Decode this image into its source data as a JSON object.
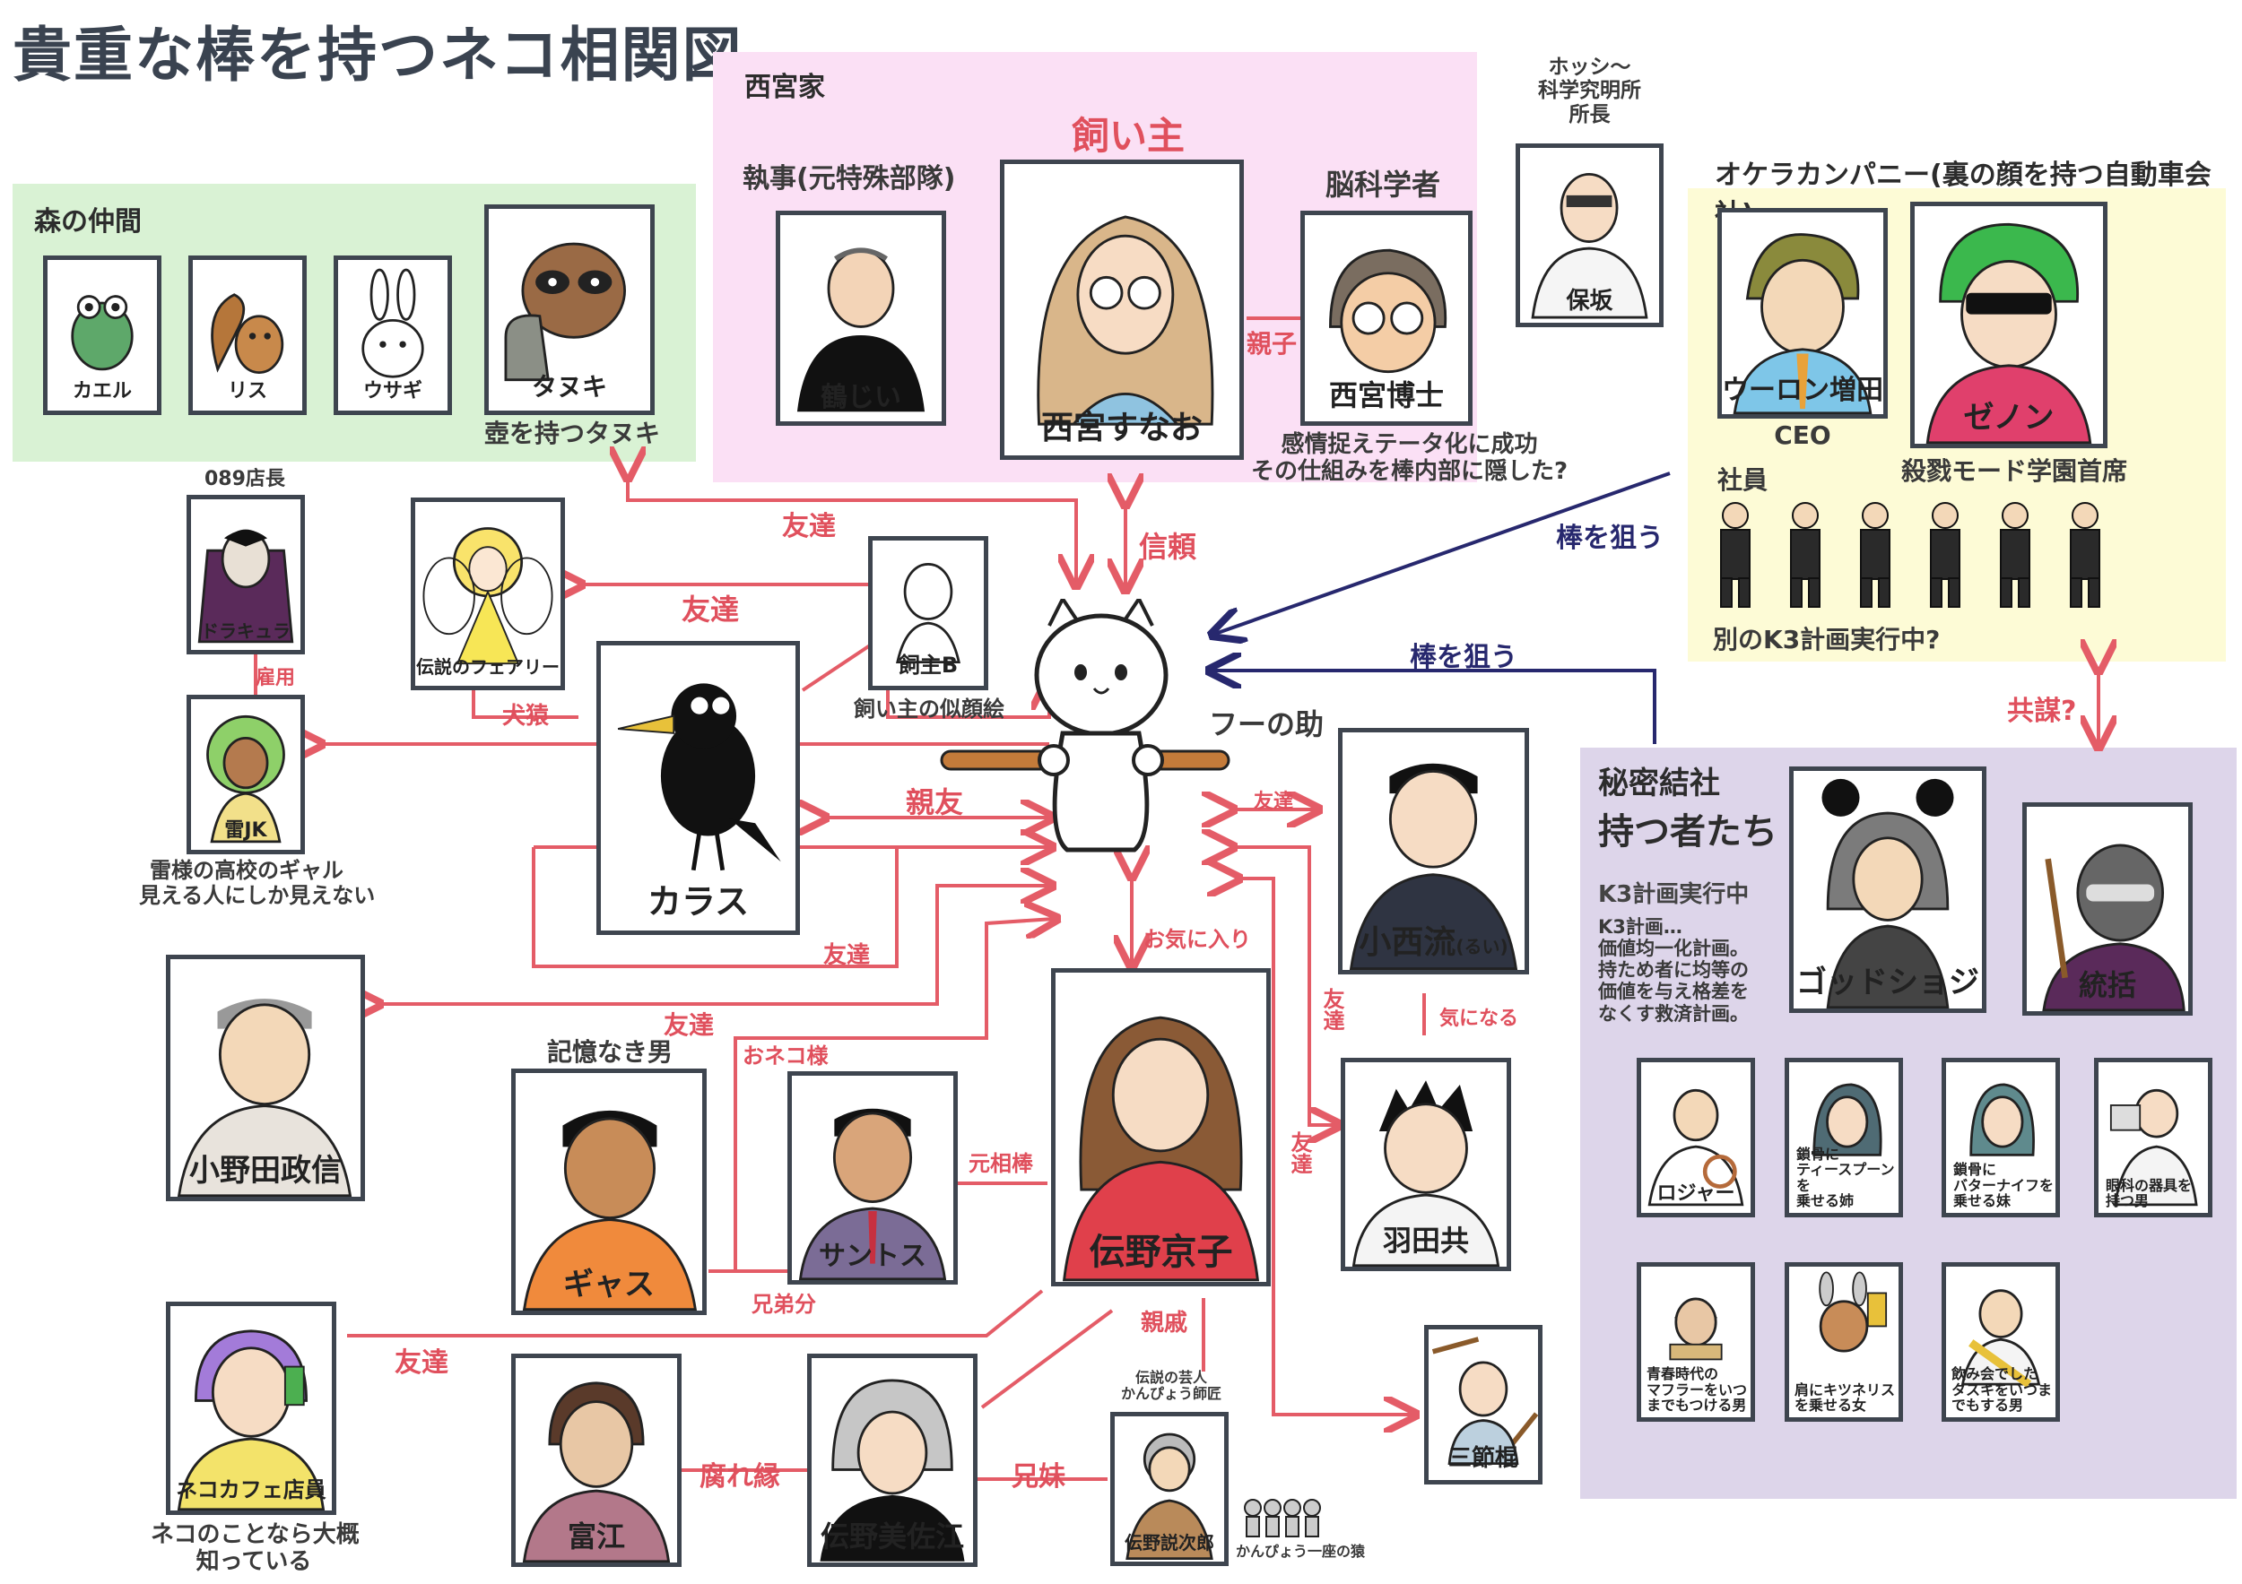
{
  "title": "貴重な棒を持つネコ相関図",
  "colors": {
    "relation": "#e45c67",
    "threat": "#27286e",
    "card_border": "#3e454f"
  },
  "regions": {
    "forest": {
      "label": "森の仲間",
      "color": "#d9f2d4"
    },
    "nishimiya": {
      "label": "西宮家",
      "color": "#fbe0f5"
    },
    "okera": {
      "label": "オケラカンパニー(裏の顔を持つ自動車会社)",
      "color": "#fdfbd6"
    },
    "secret": {
      "label1": "秘密結社",
      "label2": "持つ者たち",
      "sub": "K3計画実行中",
      "desc": [
        "K3計画…",
        "価値均一化計画。",
        "持ため者に均等の",
        "価値を与え格差を",
        "なくす救済計画。"
      ],
      "color": "#ddd5ea"
    }
  },
  "characters": {
    "kaeru": "カエル",
    "risu": "リス",
    "usagi": "ウサギ",
    "tanuki": "タヌキ",
    "tanuki_caption": "壺を持つタヌキ",
    "tsurujii": "鶴じい",
    "tsurujii_role": "執事(元特殊部隊)",
    "sunao": "西宮すなお",
    "sunao_role": "飼い主",
    "hakase": "西宮博士",
    "hakase_role": "脳科学者",
    "hakase_note1": "感情捉えテータ化に成功",
    "hakase_note2": "その仕組みを棒内部に隠した?",
    "hosaka": "保坂",
    "hosaka_role": [
      "ホッシ〜",
      "科学究明所",
      "所長"
    ],
    "ooron": "ウーロン増田",
    "ooron_role": "CEO",
    "zenon": "ゼノン",
    "zenon_role": "殺戮モード学園首席",
    "shain": "社員",
    "shain_note": "別のK3計画実行中?",
    "dracula": "ドラキュラ",
    "dracula_role": "089店長",
    "rai_jk": "雷JK",
    "rai_note": [
      "雷様の高校のギャル",
      "見える人にしか見えない"
    ],
    "fairy": "伝説のフェアリー",
    "owner_b": "飼主B",
    "owner_b_note": "飼い主の似顔絵",
    "karasu": "カラス",
    "fuunosuke": "フーの助",
    "konishi": "小西流",
    "konishi_ruby": "(るい)",
    "haneda": "羽田共",
    "sansetsu": "三節棍",
    "onoda": "小野田政信",
    "gyasu": "ギャス",
    "gyasu_role": "記憶なき男",
    "santosu": "サントス",
    "kyoko": "伝野京子",
    "nekocafe": "ネコカフェ店員",
    "nekocafe_note": [
      "ネコのことなら大概",
      "知っている"
    ],
    "tomie": "富江",
    "misae": "伝野美佐江",
    "setsujiro": "伝野説次郎",
    "setsujiro_role": [
      "伝説の芸人",
      "かんぴょう師匠"
    ],
    "monkeys": "かんぴょう一座の猿",
    "godshoji": "ゴッドショジ",
    "toukatsu": "統括",
    "roger": "ロジャー",
    "m1": [
      "鎖骨に",
      "ティースプーンを",
      "乗せる姉"
    ],
    "m2": [
      "鎖骨に",
      "バターナイフを",
      "乗せる妹"
    ],
    "m3": [
      "眼科の器具を",
      "持つ男"
    ],
    "m4": [
      "青春時代の",
      "マフラーをいつ",
      "までもつける男"
    ],
    "m5": [
      "肩にキツネリス",
      "を乗せる女"
    ],
    "m6": [
      "飲み会でした",
      "タスキをいつま",
      "でもする男"
    ]
  },
  "relations": {
    "tomodachi": "友達",
    "shinrai": "信頼",
    "oyako": "親子",
    "bou": "棒を狙う",
    "kyoubou": "共謀?",
    "shinyuu": "親友",
    "inuzaru": "犬猿",
    "koyou": "雇用",
    "okiniiri": "お気に入り",
    "kininaru": "気になる",
    "oneko": "おネコ様",
    "moto_aibou": "元相棒",
    "kyoudaibun": "兄弟分",
    "shinseki": "親戚",
    "kusareen": "腐れ縁",
    "kyoudai": "兄妹"
  }
}
